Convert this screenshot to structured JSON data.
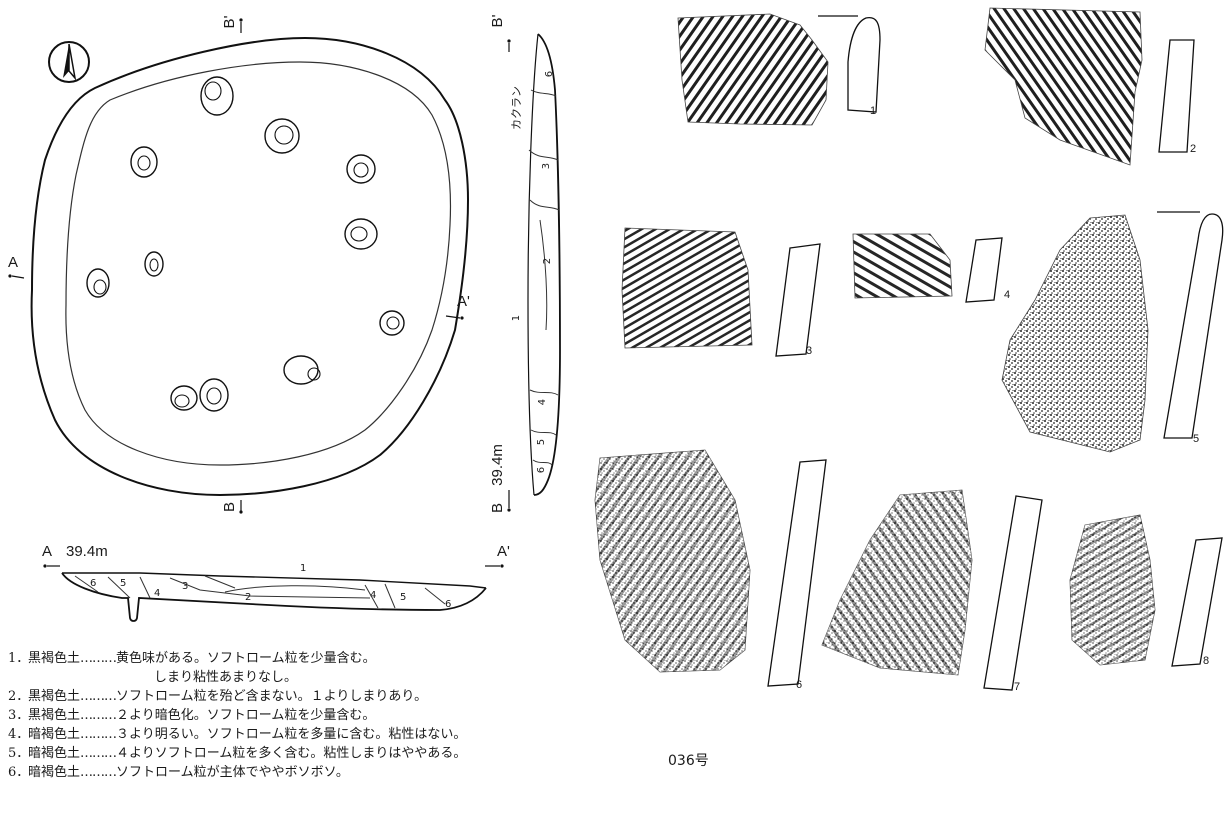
{
  "labels": {
    "B": "B",
    "B_prime": "B'",
    "A": "A",
    "A_prime": "A'",
    "elevation_a": "39.4m",
    "elevation_b": "39.4m",
    "kakuran": "カクラン"
  },
  "section_ab_layers": [
    "1",
    "2",
    "3",
    "4",
    "5",
    "6",
    "4",
    "5",
    "6"
  ],
  "section_bb_layers": [
    "6",
    "3",
    "2",
    "1",
    "4",
    "5",
    "6"
  ],
  "legend": [
    {
      "num": "1．",
      "soil": "黒褐色土",
      "dots": "………",
      "desc": "黄色味がある。ソフトローム粒を少量含む。",
      "cont": "しまり粘性あまりなし。"
    },
    {
      "num": "2．",
      "soil": "黒褐色土",
      "dots": "………",
      "desc": "ソフトローム粒を殆ど含まない。１よりしまりあり。"
    },
    {
      "num": "3．",
      "soil": "黒褐色土",
      "dots": "………",
      "desc": "２より暗色化。ソフトローム粒を少量含む。"
    },
    {
      "num": "4．",
      "soil": "暗褐色土",
      "dots": "………",
      "desc": "３より明るい。ソフトローム粒を多量に含む。粘性はない。"
    },
    {
      "num": "5．",
      "soil": "暗褐色土",
      "dots": "………",
      "desc": "４よりソフトローム粒を多く含む。粘性しまりはややある。"
    },
    {
      "num": "6．",
      "soil": "暗褐色土",
      "dots": "………",
      "desc": "ソフトローム粒が主体でややボソボソ。"
    }
  ],
  "site_number": "036号",
  "sherds": [
    {
      "num": "1"
    },
    {
      "num": "2"
    },
    {
      "num": "3"
    },
    {
      "num": "4"
    },
    {
      "num": "5"
    },
    {
      "num": "6"
    },
    {
      "num": "7"
    },
    {
      "num": "8"
    }
  ]
}
